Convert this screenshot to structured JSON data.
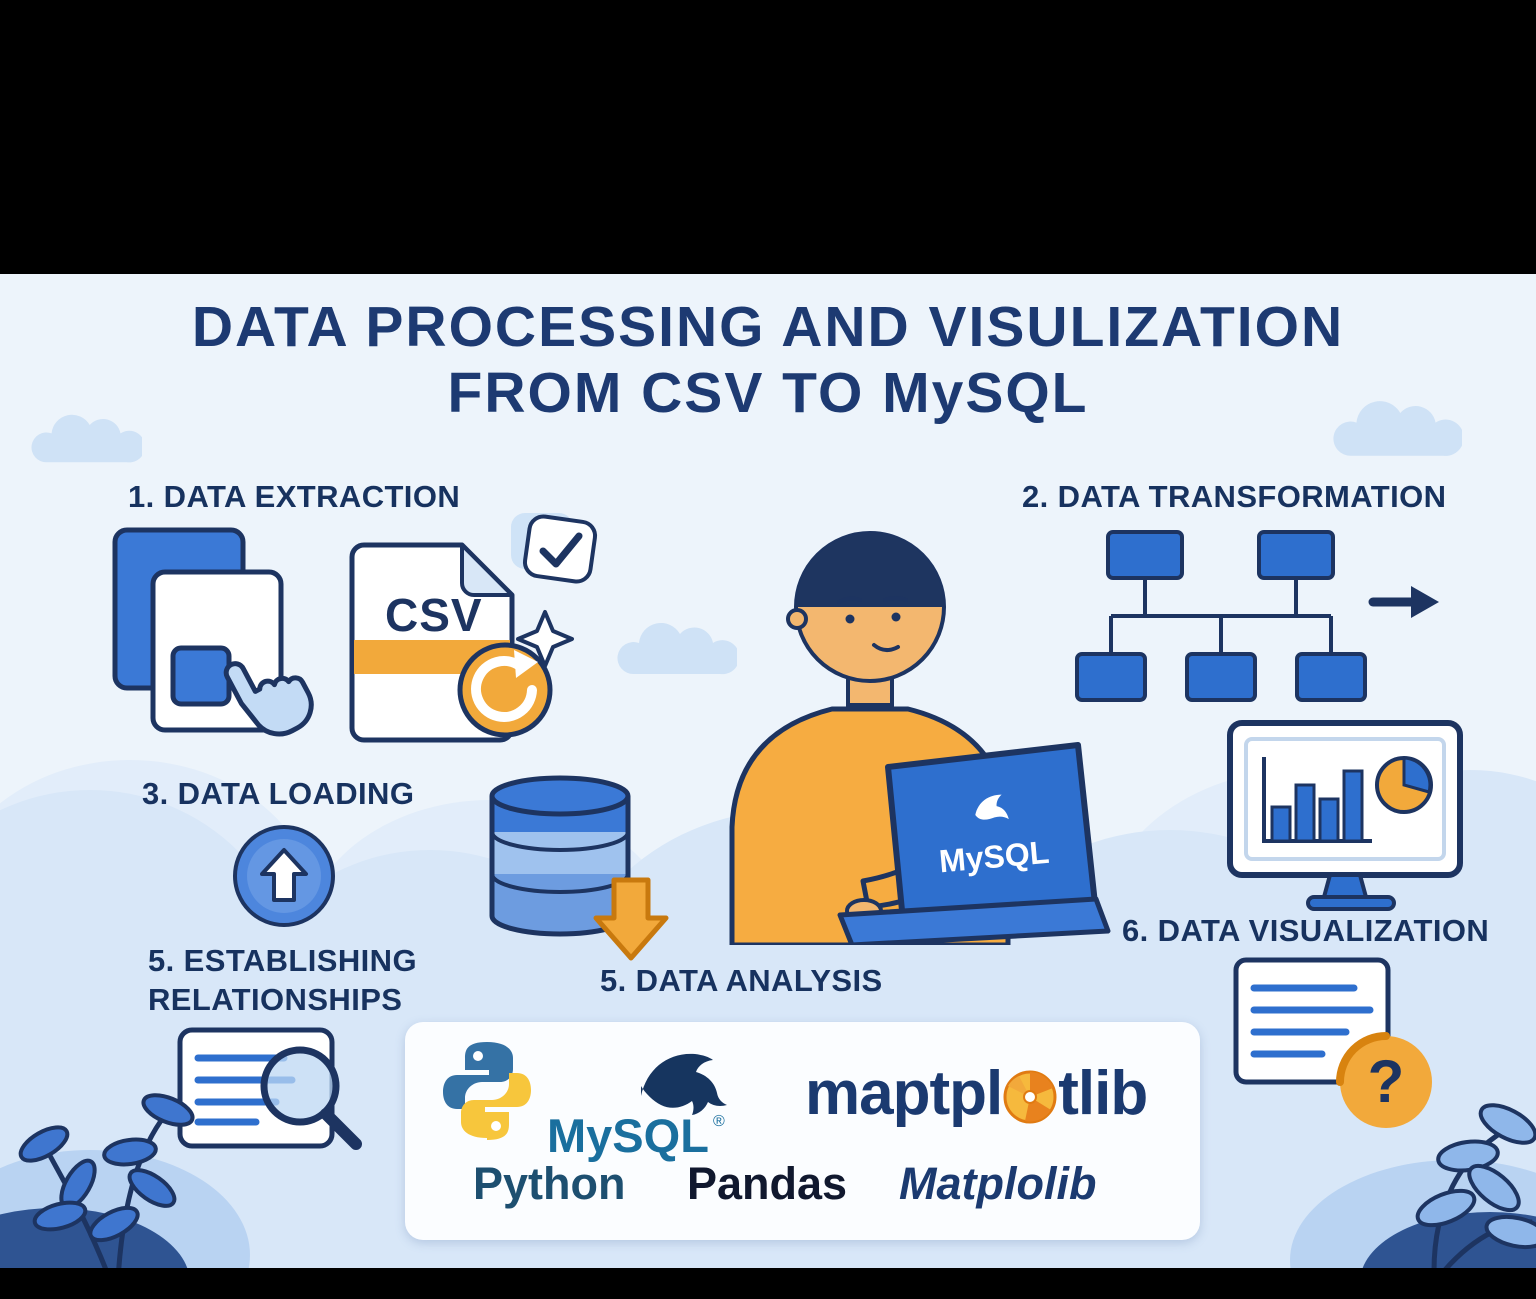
{
  "title": {
    "line1": "DATA PROCESSING AND VISULIZATION",
    "line2": "FROM CSV TO MySQL"
  },
  "steps": {
    "extraction": "1. DATA EXTRACTION",
    "transformation": "2. DATA TRANSFORMATION",
    "loading": "3. DATA LOADING",
    "relationships_line1": "5. ESTABLISHING",
    "relationships_line2": "RELATIONSHIPS",
    "analysis": "5. DATA ANALYSIS",
    "visualization": "6. DATA VISUALIZATION"
  },
  "labels": {
    "csv": "CSV",
    "laptop_brand": "MySQL",
    "question_mark": "?"
  },
  "logos": {
    "mysql_wordmark": "MySQL",
    "mysql_reg": "®",
    "matplotlib_big_prefix": "maptpl",
    "matplotlib_big_suffix": "tlib",
    "python_caption": "Python",
    "pandas_caption": "Pandas",
    "matplotlib_caption": "Matplolib"
  },
  "colors": {
    "navy": "#1d3461",
    "blue": "#2e6fce",
    "light_blue": "#bcd7f3",
    "orange": "#f2a93b",
    "background": "#edf4fb"
  }
}
